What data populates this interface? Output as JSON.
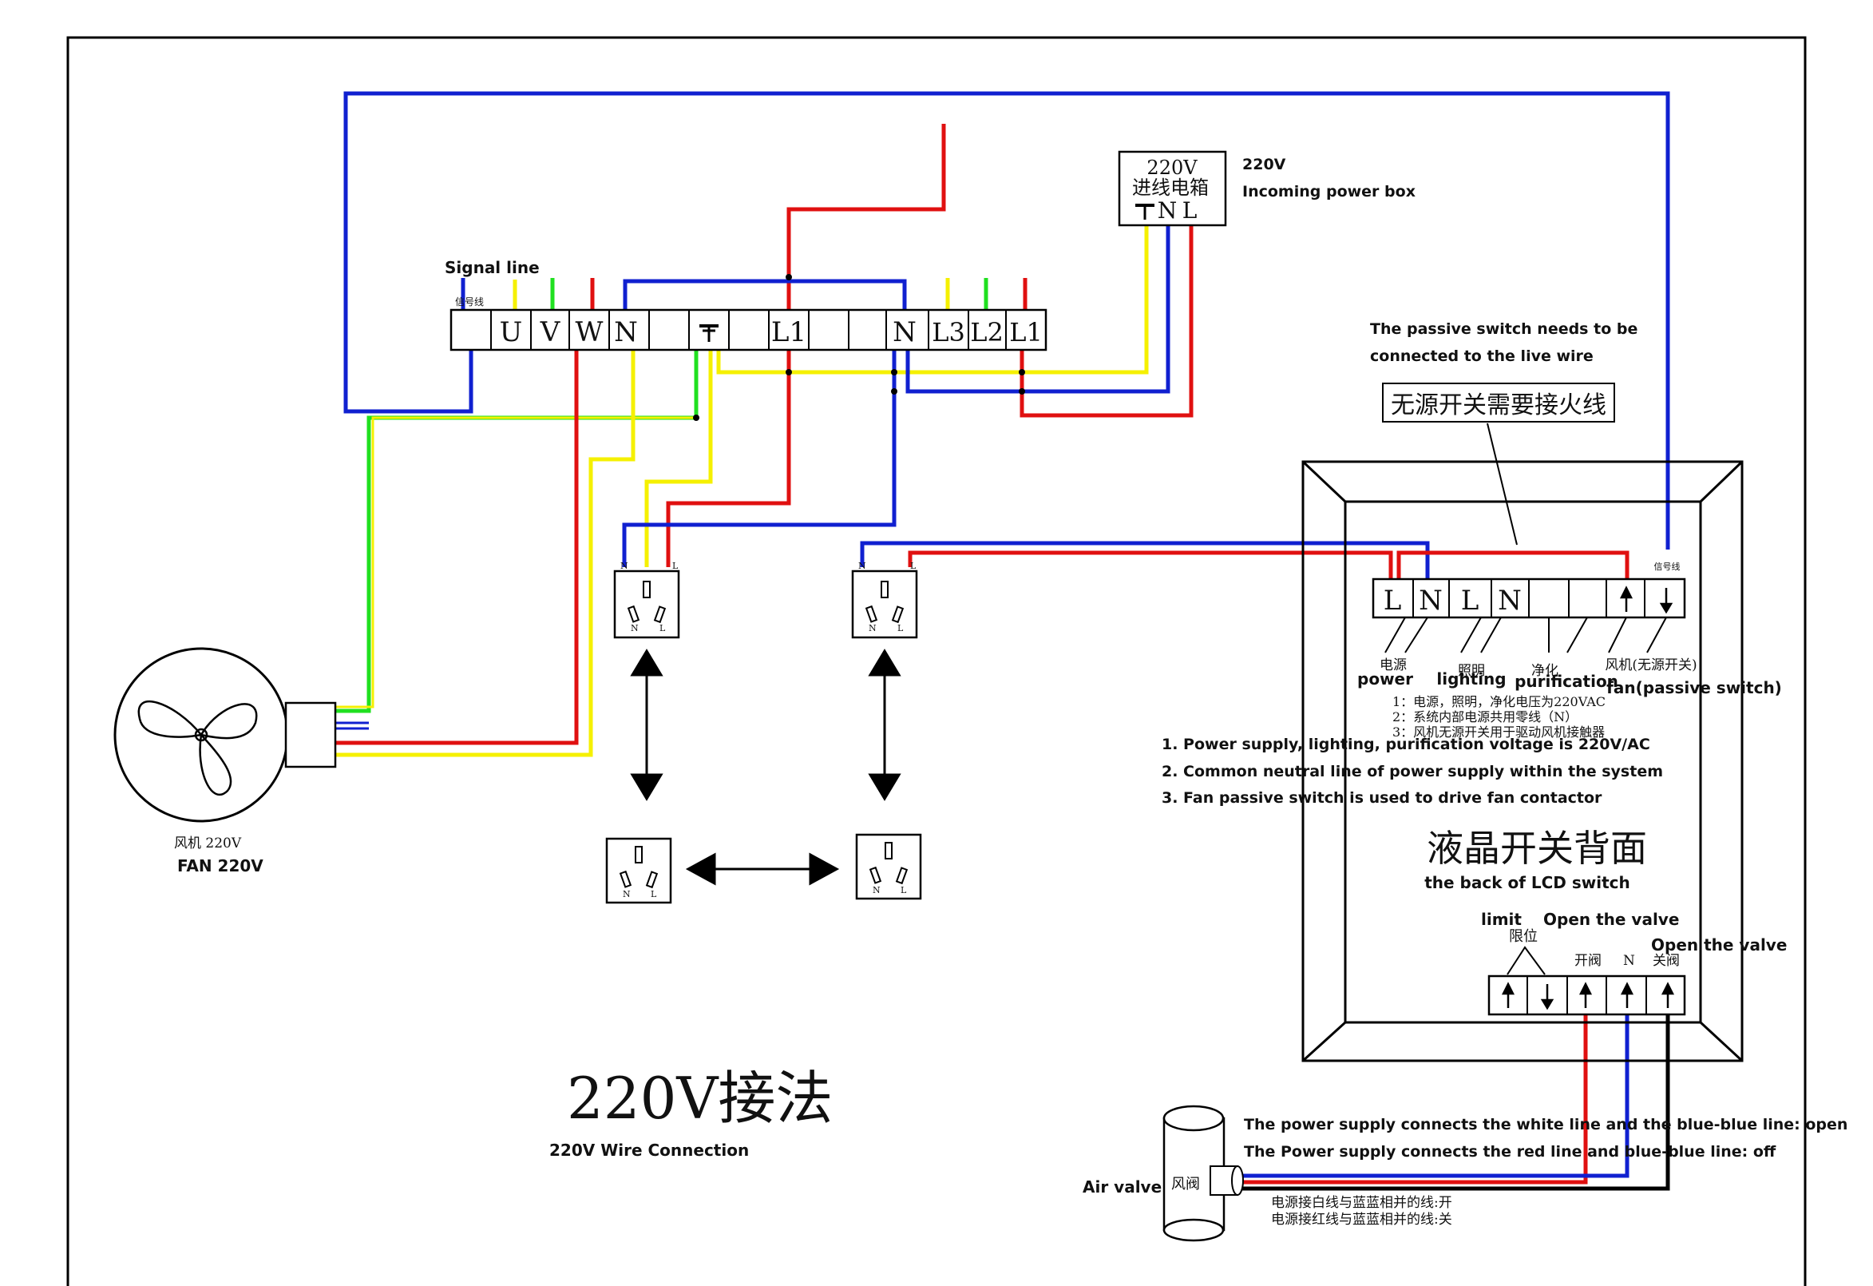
{
  "signal_line": {
    "en": "Signal line",
    "cn": "信号线"
  },
  "power_box": {
    "line1": "220V",
    "line2": "进线电箱",
    "terminals": [
      "N",
      "L"
    ],
    "label_voltage": "220V",
    "label_desc": "Incoming power box"
  },
  "terminal_strip": [
    "U",
    "V",
    "W",
    "N",
    "L1",
    "N",
    "L3",
    "L2",
    "L1"
  ],
  "passive_note": {
    "en_line1": "The passive switch needs to be",
    "en_line2": "connected to the live wire",
    "cn": "无源开关需要接火线"
  },
  "lcd_terminals": [
    "L",
    "N",
    "L",
    "N"
  ],
  "lcd_labels": {
    "power_cn": "电源",
    "power_en": "power",
    "lighting_cn": "照明",
    "lighting_en": "lighting",
    "purification_cn": "净化",
    "purification_en": "purification",
    "fan_cn": "风机(无源开关)",
    "fan_en": "fan(passive switch)",
    "signal_cn": "信号线"
  },
  "cn_notes": [
    "1：电源，照明，净化电压为220VAC",
    "2：系统内部电源共用零线（N）",
    "3：风机无源开关用于驱动风机接触器"
  ],
  "en_notes": [
    "1. Power supply, lighting, purification voltage is 220V/AC",
    "2. Common neutral line of power supply within the system",
    "3. Fan passive switch is used to drive fan contactor"
  ],
  "lcd_back": {
    "cn": "液晶开关背面",
    "en": "the back of LCD switch"
  },
  "valve_block": {
    "limit_en": "limit",
    "limit_cn": "限位",
    "open_en": "Open the valve",
    "open_cn": "开阀",
    "n": "N",
    "close_en": "Open the valve",
    "close_cn": "关阀"
  },
  "fan": {
    "cn": "风机  220V",
    "en": "FAN 220V"
  },
  "title": {
    "cn": "220V接法",
    "en": "220V Wire Connection"
  },
  "air_valve": {
    "en": "Air valve",
    "cn": "风阀"
  },
  "valve_notes": {
    "en1": "The power supply connects the white line and the blue-blue line: open",
    "en2": "The Power supply connects the red line and blue-blue line: off",
    "cn1": "电源接白线与蓝蓝相并的线:开",
    "cn2": "电源接红线与蓝蓝相并的线:关"
  },
  "socket_labels": {
    "n": "N",
    "l": "L"
  },
  "colors": {
    "live": "#e01010",
    "neutral": "#1020d0",
    "yellow": "#f5f000",
    "green": "#20e020",
    "black": "#000000"
  }
}
